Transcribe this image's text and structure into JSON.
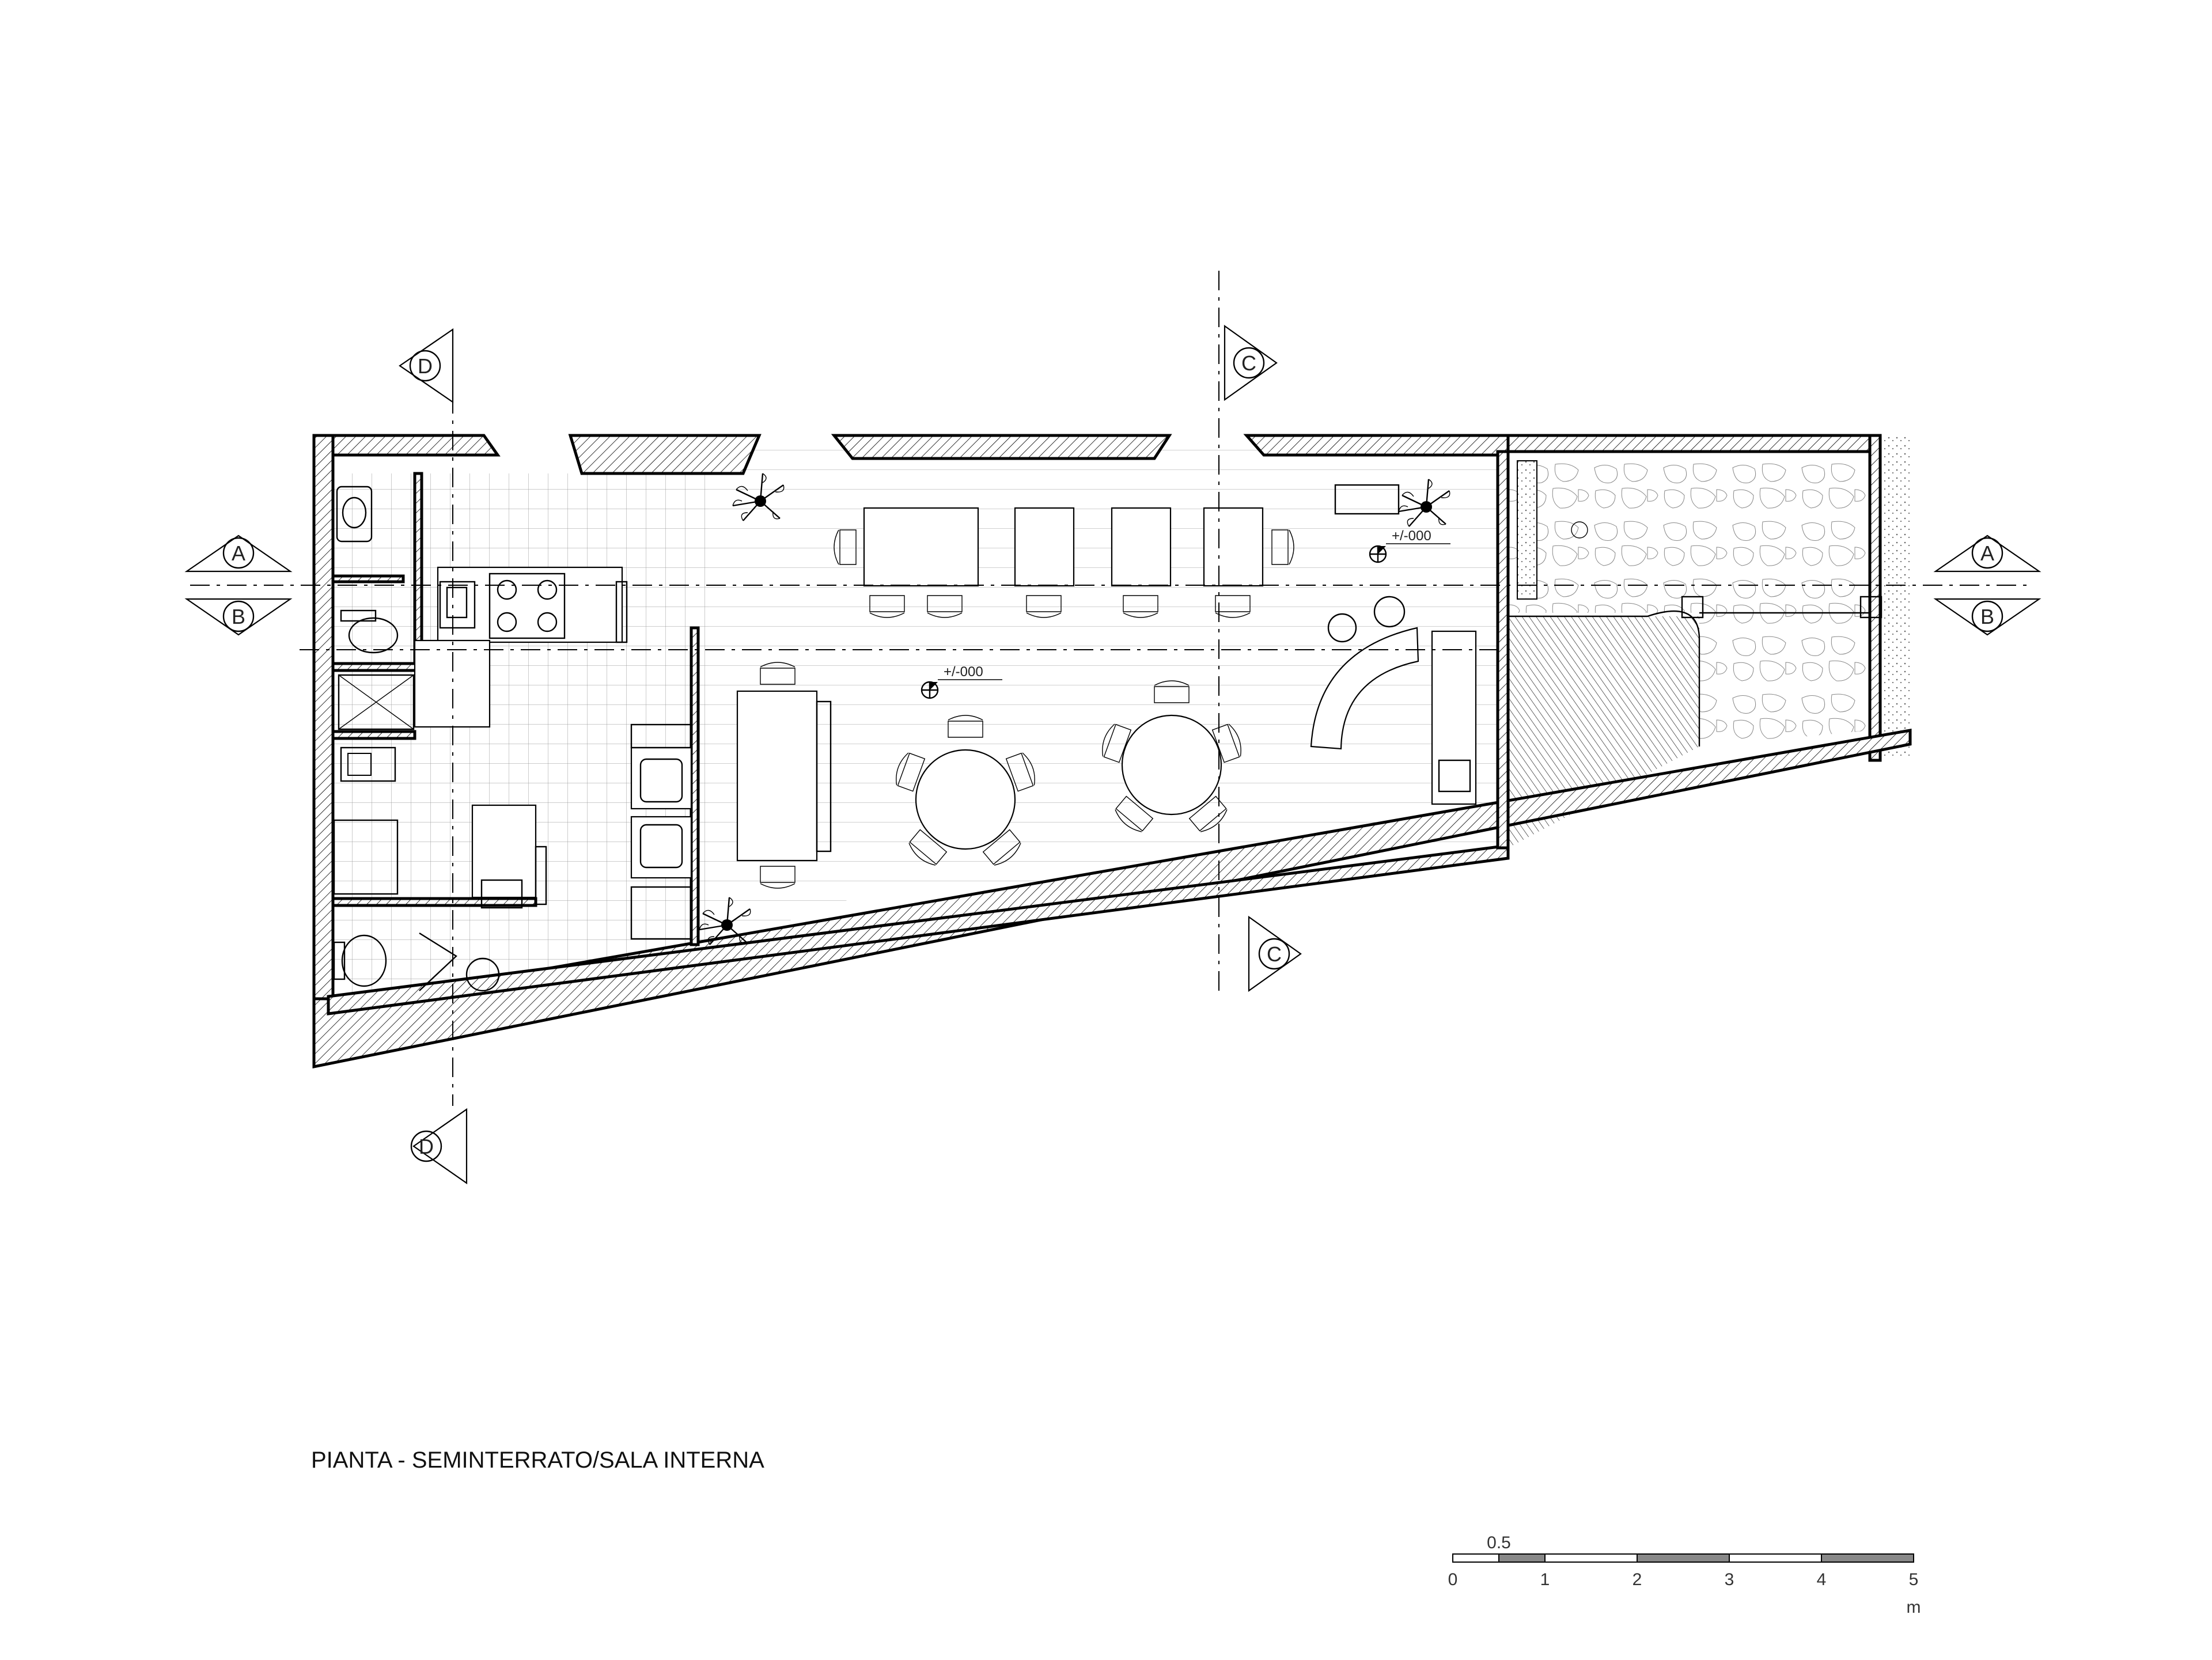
{
  "title": "PIANTA - SEMINTERRATO/SALA INTERNA",
  "levels": [
    "+/-000",
    "+/-000"
  ],
  "section_markers": {
    "d_top": "D",
    "d_bottom": "D",
    "c_top": "C",
    "c_bottom": "C",
    "a_left": "A",
    "b_left": "B",
    "a_right": "A",
    "b_right": "B"
  },
  "scale_bar": {
    "half_label": "0.5",
    "ticks": [
      "0",
      "1",
      "2",
      "3",
      "4",
      "5"
    ],
    "unit": "m"
  },
  "colors": {
    "line": "#000000",
    "hatch": "#000000",
    "background": "#ffffff",
    "scale_fill": "#888888"
  }
}
